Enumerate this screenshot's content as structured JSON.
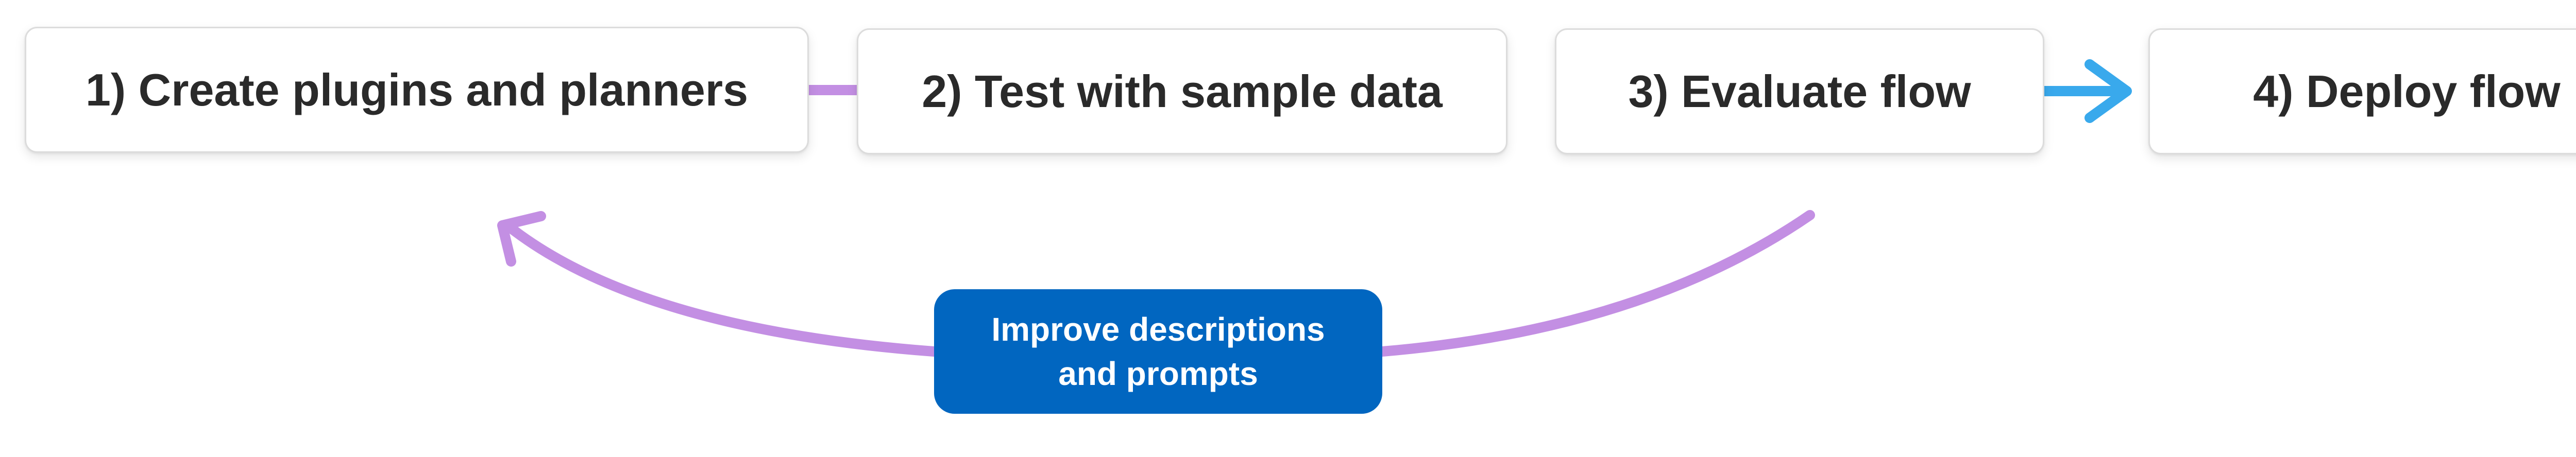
{
  "steps": [
    {
      "label": "1) Create plugins and planners"
    },
    {
      "label": "2) Test with sample data"
    },
    {
      "label": "3) Evaluate flow"
    },
    {
      "label": "4) Deploy flow"
    }
  ],
  "feedback": {
    "label_line1": "Improve descriptions",
    "label_line2": "and prompts"
  },
  "colors": {
    "purple": "#c38fe3",
    "lavender_blue": "#9aa7ea",
    "blue": "#39a9ec",
    "feedback_box": "#0166c0",
    "box_border": "#dcdcdc",
    "text": "#2a2a2a"
  }
}
